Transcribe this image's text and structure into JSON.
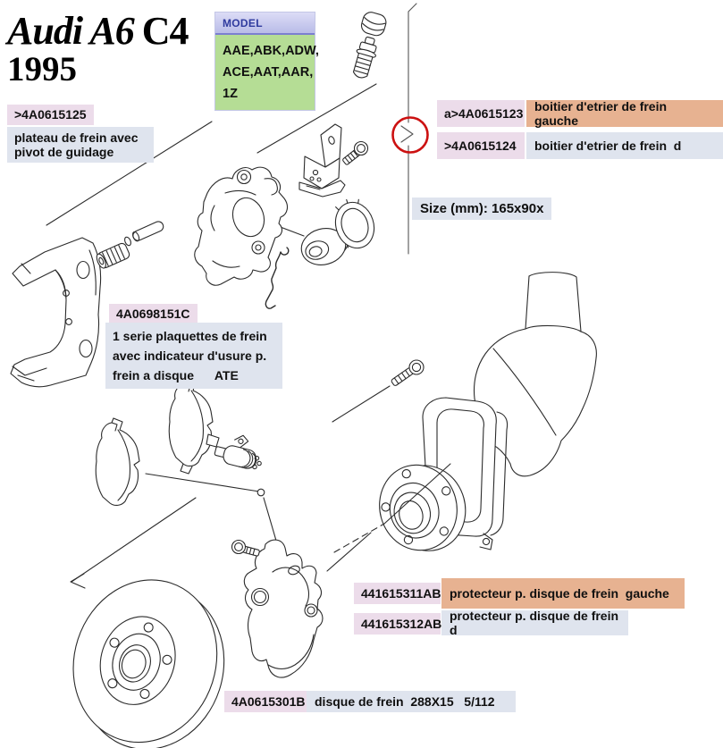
{
  "title": {
    "brand": "Audi A6",
    "variant": "C4",
    "year": "1995"
  },
  "model_box": {
    "header": "MODEL",
    "codes": "AAE,ABK,ADW,\nACE,AAT,AAR,\n1Z"
  },
  "parts": {
    "plate": {
      "number": ">4A0615125",
      "description": "plateau de frein avec\npivot de guidage"
    },
    "caliper_left": {
      "number": "a>4A0615123",
      "description": "boitier d'etrier de frein  gauche"
    },
    "caliper_right": {
      "number": ">4A0615124",
      "description": "boitier d'etrier de frein  d"
    },
    "pad_set": {
      "number": "4A0698151C",
      "description": "1 serie plaquettes de frein\navec indicateur d'usure p.\nfrein a disque      ATE"
    },
    "protector_left": {
      "number": "441615311AB",
      "description": "protecteur p. disque de frein  gauche"
    },
    "protector_right": {
      "number": "441615312AB",
      "description": "protecteur p. disque de frein  d"
    },
    "disc": {
      "number": "4A0615301B",
      "description": "disque de frein  288X15   5/112"
    }
  },
  "size_note": "Size (mm): 165x90x",
  "colors": {
    "part_number_bg": "#ecdcea",
    "description_bg": "#dfe4ee",
    "left_side_description_bg": "#e7b291",
    "model_header_text": "#2f3a9e",
    "model_codes_bg": "#b5dd95",
    "highlight_circle": "#cc1111",
    "line_art": "#2b2b2b"
  }
}
